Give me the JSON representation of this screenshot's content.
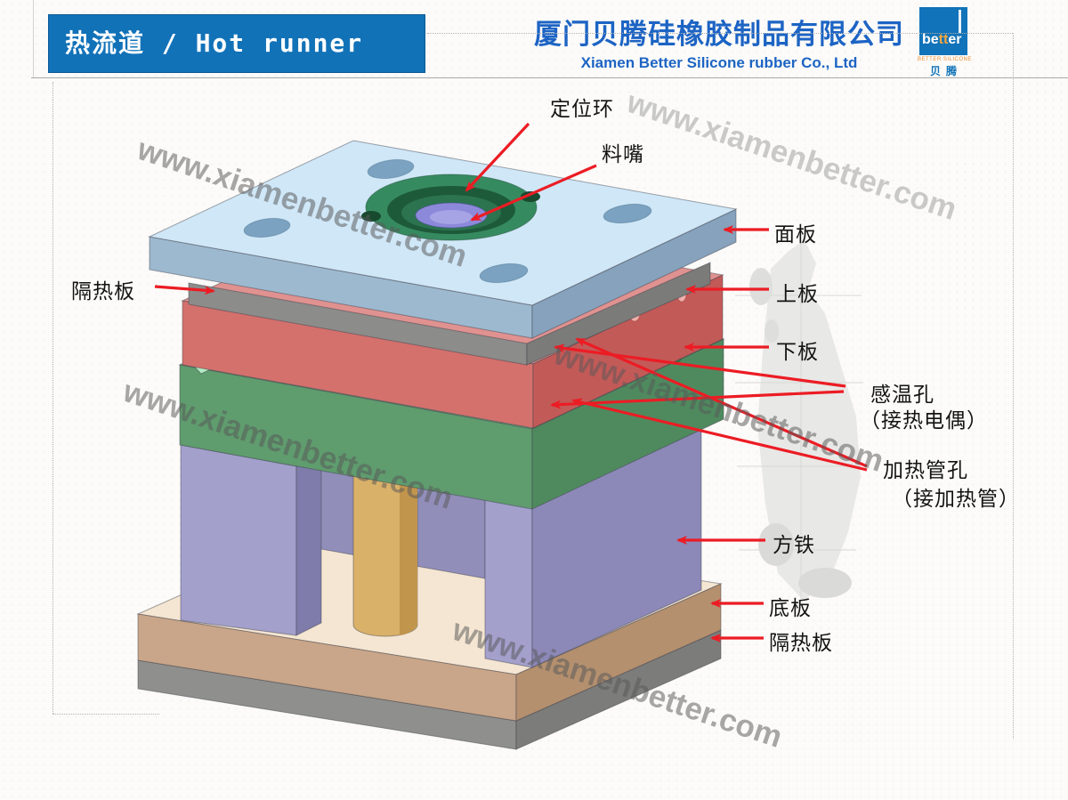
{
  "header": {
    "title": "热流道 / Hot runner",
    "company_zh": "厦门贝腾硅橡胶制品有限公司",
    "company_en": "Xiamen Better Silicone rubber Co., Ltd",
    "accent_color": "#1272b8",
    "company_color": "#1d64c4",
    "logo": {
      "name_pre": "be",
      "name_mid": "tt",
      "name_post": "er",
      "tagline": "BETTER SILICONE",
      "cn": "贝腾"
    }
  },
  "watermark": {
    "text": "www.xiamenbetter.com"
  },
  "diagram": {
    "arrow_color": "#ec1c24",
    "labels": {
      "locating_ring": "定位环",
      "nozzle": "料嘴",
      "faceplate": "面板",
      "insulation_top": "隔热板",
      "upper_plate": "上板",
      "lower_plate": "下板",
      "sensor_hole": "感温孔",
      "sensor_hole_sub": "（接热电偶）",
      "heater_hole": "加热管孔",
      "heater_hole_sub": "（接加热管）",
      "spacer_block": "方铁",
      "bottom_plate": "底板",
      "insulation_bottom": "隔热板"
    },
    "part_colors": {
      "faceplate": "#cfe7f7",
      "insulation": "#8c8c8a",
      "upper_plate": "#d4716d",
      "lower_plate": "#5f9c6e",
      "spacer_block": "#a3a0cc",
      "support_pillar": "#d9b169",
      "bottom_plate": "#c9a689",
      "locating_ring": "#368a60",
      "nozzle": "#8d89da"
    }
  }
}
